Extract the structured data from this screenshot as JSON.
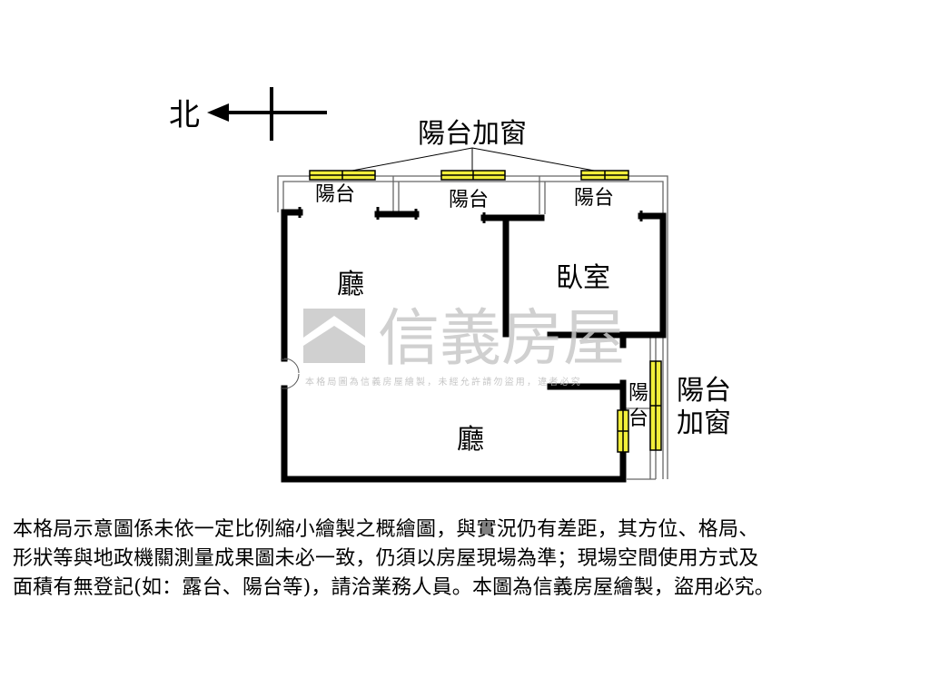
{
  "compass": {
    "north_label": "北"
  },
  "rooms": {
    "living_upper": "廳",
    "living_lower": "廳",
    "bedroom": "臥室",
    "balcony_1": "陽台",
    "balcony_2": "陽台",
    "balcony_3": "陽台",
    "balcony_side_1": "陽",
    "balcony_side_2": "台"
  },
  "callouts": {
    "top_window": "陽台加窗",
    "side_window_1": "陽台",
    "side_window_2": "加窗"
  },
  "watermark": {
    "brand": "信義房屋",
    "notice": "本格局圖為信義房屋繪製，未經允許請勿盜用，違者必究"
  },
  "disclaimer": {
    "line1": "本格局示意圖係未依一定比例縮小繪製之概繪圖，與實況仍有差距，其方位、格局、",
    "line2": "形狀等與地政機關測量成果圖未必一致，仍須以房屋現場為準；現場空間使用方式及",
    "line3": "面積有無登記(如：露台、陽台等)，請洽業務人員。本圖為信義房屋繪製，盜用必究。"
  },
  "colors": {
    "wall": "#000000",
    "window_fill": "#f2ee3a",
    "watermark": "#c8c8c8"
  }
}
